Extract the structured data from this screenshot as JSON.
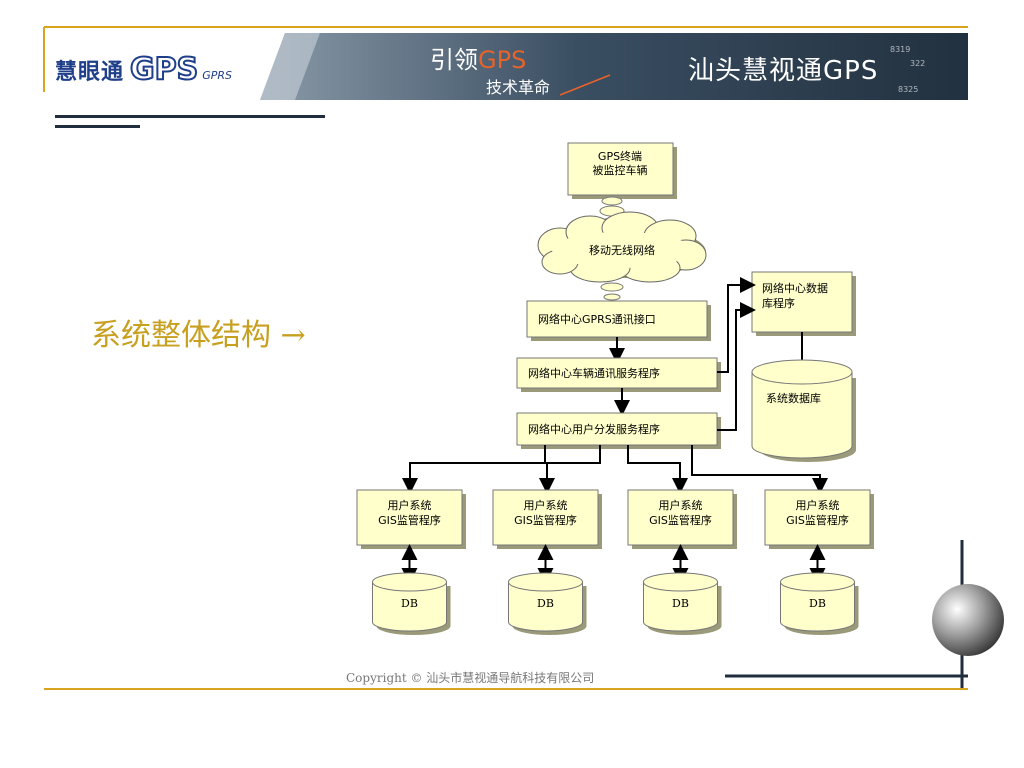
{
  "header": {
    "logo_text": "慧眼通",
    "logo_gps": "GPS",
    "logo_gprs": "GPRS",
    "slogan_prefix": "引领",
    "slogan_gps": "GPS",
    "slogan_line2": "技术革命",
    "brand_title": "汕头慧视通GPS"
  },
  "slide": {
    "title": "系统整体结构 →"
  },
  "diagram": {
    "gps_terminal": [
      "GPS终端",
      "被监控车辆"
    ],
    "wireless_network": "移动无线网络",
    "gprs_interface": "网络中心GPRS通讯接口",
    "vehicle_comm_service": "网络中心车辆通讯服务程序",
    "user_dispatch_service": "网络中心用户分发服务程序",
    "db_program": [
      "网络中心数据",
      "库程序"
    ],
    "system_database": "系统数据库",
    "clients": [
      {
        "line1": "用户系统",
        "line2": "GIS监管程序",
        "db": "DB"
      },
      {
        "line1": "用户系统",
        "line2": "GIS监管程序",
        "db": "DB"
      },
      {
        "line1": "用户系统",
        "line2": "GIS监管程序",
        "db": "DB"
      },
      {
        "line1": "用户系统",
        "line2": "GIS监管程序",
        "db": "DB"
      }
    ]
  },
  "footer": {
    "copyright": "Copyright © 汕头市慧视通导航科技有限公司"
  },
  "colors": {
    "accent_line": "#d9a520",
    "node_fill": "#ffffcc",
    "banner_dark": "#2a3a4a",
    "title_color": "#c8a020"
  }
}
